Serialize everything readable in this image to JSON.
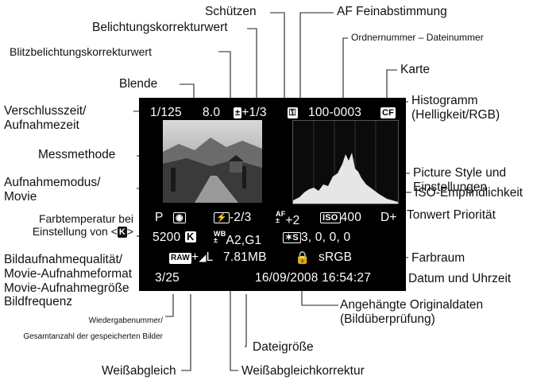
{
  "screen": {
    "shutter": "1/125",
    "aperture": "8.0",
    "exposure_comp": "+1/3",
    "exposure_comp_icon": "exposure-compensation-icon",
    "protect_icon": "key-icon",
    "folder_file": "100-0003",
    "card": "CF",
    "shooting_mode": "P",
    "metering_icon": "evaluative-metering-icon",
    "flash_comp": "-2/3",
    "af_finetune": "+2",
    "iso_label": "ISO",
    "iso": "400",
    "tone_priority": "D+",
    "color_temp": "5200",
    "kelvin_icon": "K",
    "wb_shift": "A2,G1",
    "picture_style_icon": "S",
    "picture_style": "3, 0, 0, 0",
    "quality_raw": "RAW",
    "quality_plus": "+",
    "quality_jpeg": "L",
    "file_size": "7.81MB",
    "lock_icon": "lock-icon",
    "color_space": "sRGB",
    "playback_number": "3/25",
    "datetime": "16/09/2008 16:54:27"
  },
  "labels": {
    "schuetzen": "Schützen",
    "af_fein": "AF Feinabstimmung",
    "belichtungskorrektur": "Belichtungskorrekturwert",
    "ordnernummer": "Ordnernummer – Dateinummer",
    "blitzbelichtung": "Blitzbelichtungskorrekturwert",
    "karte": "Karte",
    "blende": "Blende",
    "verschluss_1": "Verschlusszeit/",
    "verschluss_2": "Aufnahmezeit",
    "histogramm_1": "Histogramm",
    "histogramm_2": "(Helligkeit/RGB)",
    "messmethode": "Messmethode",
    "picture_style_1": "Picture Style und",
    "picture_style_2": "Einstellungen",
    "aufnahmemodus_1": "Aufnahmemodus/",
    "aufnahmemodus_2": "Movie",
    "iso": "ISO-Empfindlichkeit",
    "farbtemp_1": "Farbtemperatur bei",
    "farbtemp_2a": "Einstellung von <",
    "farbtemp_k": "K",
    "farbtemp_2b": ">",
    "tonwert": "Tonwert Priorität",
    "bildqualitaet_1": "Bildaufnahmequalität/",
    "bildqualitaet_2": "Movie-Aufnahmeformat",
    "bildqualitaet_3": "Movie-Aufnahmegröße",
    "bildqualitaet_4": "Bildfrequenz",
    "farbraum": "Farbraum",
    "datum": "Datum und Uhrzeit",
    "wiedergabe_1": "Wiedergabenummer/",
    "wiedergabe_2": "Gesamtanzahl der gespeicherten Bilder",
    "originaldaten_1": "Angehängte Originaldaten",
    "originaldaten_2": "(Bildüberprüfung)",
    "dateigroesse": "Dateigröße",
    "weissabgleich": "Weißabgleich",
    "wb_korrektur": "Weißabgleichkorrektur"
  }
}
